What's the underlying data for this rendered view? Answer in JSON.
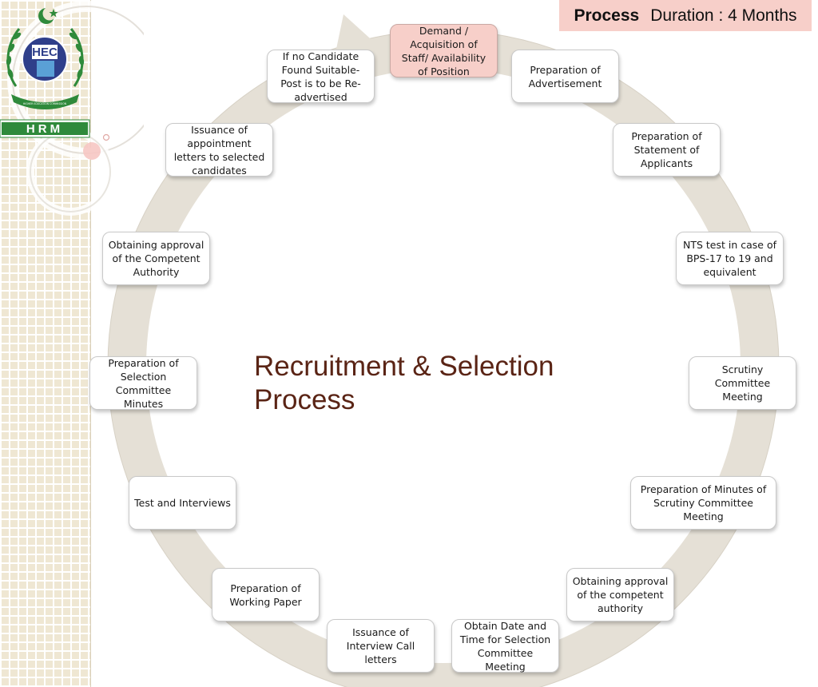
{
  "header": {
    "label": "Process",
    "duration": "Duration : 4 Months"
  },
  "center_title": {
    "line1": "Recruitment & Selection",
    "line2": "Process"
  },
  "logo": {
    "emblem_text": "HEC",
    "badge_text": "HRM",
    "ribbon_text": "HIGHER EDUCATION COMMISSION"
  },
  "colors": {
    "header_bg": "#f7cfc9",
    "title_text": "#5a2415",
    "highlight_box": "#f7cfc9",
    "ring": "#e5e0d6",
    "sidebar_bg": "#efe7d3",
    "logo_green": "#2f8a3b",
    "logo_blue": "#2f3f8a"
  },
  "steps": [
    {
      "id": "demand",
      "label": "Demand / Acquisition of Staff/ Availability of Position",
      "highlight": true
    },
    {
      "id": "advertisement",
      "label": "Preparation of Advertisement"
    },
    {
      "id": "statement",
      "label": "Preparation of Statement of Applicants"
    },
    {
      "id": "nts",
      "label": "NTS test in case of BPS-17 to 19 and equivalent"
    },
    {
      "id": "scrutiny-meeting",
      "label": "Scrutiny Committee Meeting"
    },
    {
      "id": "scrutiny-minutes",
      "label": "Preparation of Minutes of Scrutiny Committee Meeting"
    },
    {
      "id": "approval-competent",
      "label": "Obtaining approval of the competent authority"
    },
    {
      "id": "date-time",
      "label": "Obtain Date and Time for Selection Committee Meeting"
    },
    {
      "id": "call-letters",
      "label": "Issuance of Interview Call letters"
    },
    {
      "id": "working-paper",
      "label": "Preparation of Working Paper"
    },
    {
      "id": "test-interviews",
      "label": "Test and Interviews"
    },
    {
      "id": "selection-minutes",
      "label": "Preparation of Selection Committee Minutes"
    },
    {
      "id": "approval-authority",
      "label": "Obtaining approval of the Competent Authority"
    },
    {
      "id": "appointment-letters",
      "label": "Issuance of appointment letters to selected candidates"
    },
    {
      "id": "readvertise",
      "label": "If no Candidate Found Suitable- Post is to be Re-advertised"
    }
  ]
}
